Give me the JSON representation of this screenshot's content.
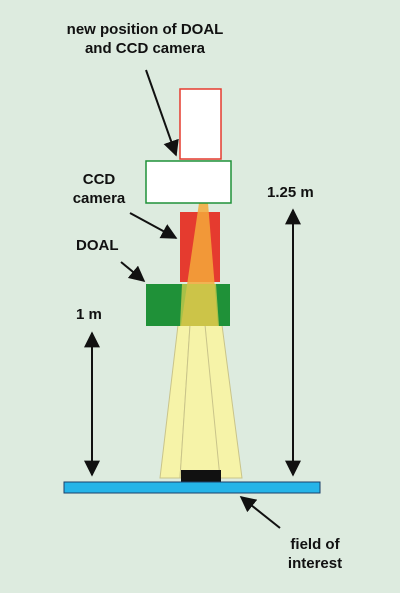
{
  "labels": {
    "new_position_line1": "new position of DOAL",
    "new_position_line2": "and CCD camera",
    "ccd_line1": "CCD",
    "ccd_line2": "camera",
    "doal": "DOAL",
    "dim_125": "1.25 m",
    "dim_1": "1 m",
    "field_line1": "field of",
    "field_line2": "interest"
  },
  "colors": {
    "background": "#ddebdf",
    "ccd_camera": "#e53b2f",
    "doal": "#1f9138",
    "light_beam": "#f6f3a8",
    "overlap_beam": "#f5a93a",
    "field_of_interest": "#25b4e8",
    "new_position_border_top": "#e53b2f",
    "new_position_border_bottom": "#1f9138"
  }
}
